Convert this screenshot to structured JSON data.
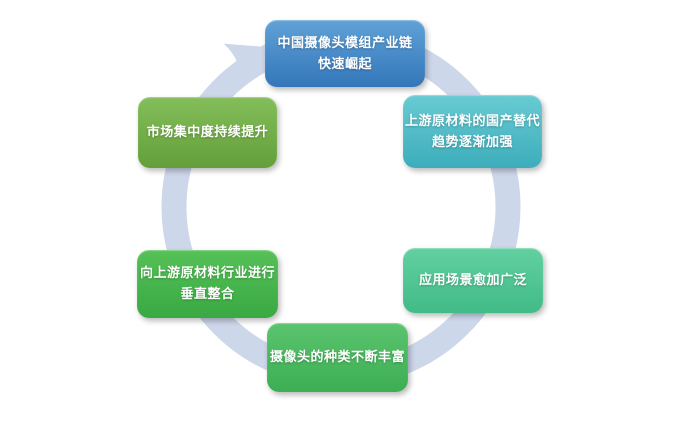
{
  "diagram": {
    "type": "cycle",
    "direction": "clockwise",
    "background_color": "#ffffff",
    "ring_color": "#cdd7ea",
    "text_color": "#ffffff",
    "nodes": [
      {
        "id": "industry-chain-rise",
        "position": "top",
        "label": "中国摄像头模组产业链快速崛起",
        "lines": [
          "中国摄像头模组产业链",
          "快速崛起"
        ],
        "color": "#4189ca",
        "color_top": "#60a1d7",
        "color_bottom": "#3377ba"
      },
      {
        "id": "domestic-substitution",
        "position": "top-right",
        "label": "上游原材料的国产替代趋势逐渐加强",
        "lines": [
          "上游原材料的国产替代",
          "趋势逐渐加强"
        ],
        "color": "#4fbfca",
        "color_top": "#68cbd3",
        "color_bottom": "#3dadbb"
      },
      {
        "id": "application-scenarios",
        "position": "right",
        "label": "应用场景愈加广泛",
        "lines": [
          "应用场景愈加广泛"
        ],
        "color": "#4fc795",
        "color_top": "#62d0a1",
        "color_bottom": "#41bb87"
      },
      {
        "id": "camera-variety",
        "position": "bottom",
        "label": "摄像头的种类不断丰富",
        "lines": [
          "摄像头的种类不断丰富"
        ],
        "color": "#4cbd64",
        "color_top": "#5ac46e",
        "color_bottom": "#3dae53"
      },
      {
        "id": "vertical-integration",
        "position": "bottom-left",
        "label": "向上游原材料行业进行垂直整合",
        "lines": [
          "向上游原材料行业进行",
          "垂直整合"
        ],
        "color": "#47b74b",
        "color_top": "#55c157",
        "color_bottom": "#3aa943"
      },
      {
        "id": "market-concentration",
        "position": "top-left",
        "label": "市场集中度持续提升",
        "lines": [
          "市场集中度持续提升"
        ],
        "color": "#72b248",
        "color_top": "#84be5a",
        "color_bottom": "#639f3a"
      }
    ]
  }
}
